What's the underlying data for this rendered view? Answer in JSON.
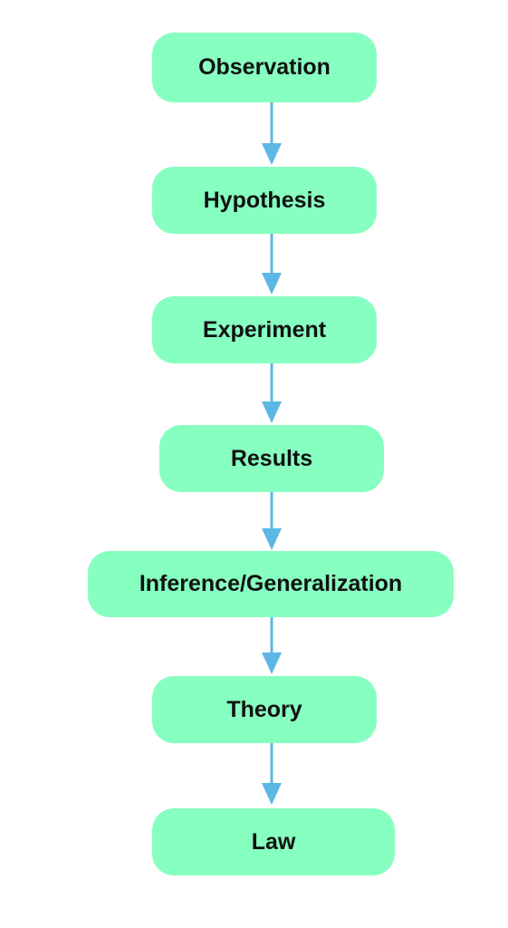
{
  "colors": {
    "node_fill": "#86ffc0",
    "arrow": "#5db7e4",
    "text": "#111111",
    "background": "#ffffff"
  },
  "flow": {
    "steps": [
      "Observation",
      "Hypothesis",
      "Experiment",
      "Results",
      "Inference/Generalization",
      "Theory",
      "Law"
    ]
  }
}
